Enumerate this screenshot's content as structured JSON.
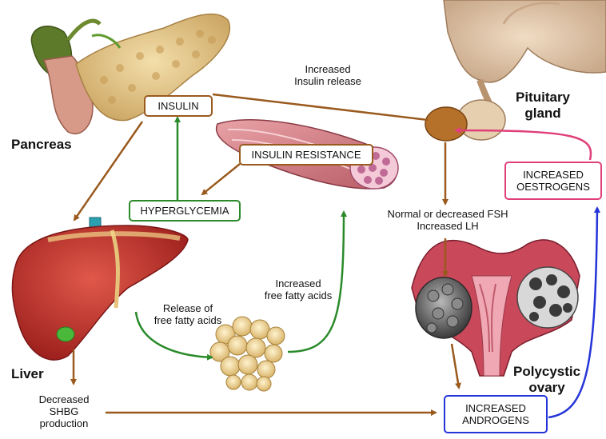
{
  "organs": {
    "pancreas": "Pancreas",
    "liver": "Liver",
    "pituitary": "Pituitary\ngland",
    "ovary": "Polycystic\novary"
  },
  "boxes": {
    "insulin": "INSULIN",
    "insulin_resistance": "INSULIN RESISTANCE",
    "hyperglycemia": "HYPERGLYCEMIA",
    "increased_oestrogens": "INCREASED\nOESTROGENS",
    "increased_androgens": "INCREASED\nANDROGENS"
  },
  "labels": {
    "insulin_release": "Increased\nInsulin release",
    "fsh_lh": "Normal or decreased FSH\nIncreased LH",
    "release_ffa": "Release of\nfree fatty acids",
    "increased_ffa": "Increased\nfree fatty acids",
    "shbg": "Decreased\nSHBG\nproduction"
  },
  "colors": {
    "brown": "#9a5a1e",
    "green": "#2a8a2a",
    "pink": "#e0407a",
    "blue": "#2434d8"
  }
}
